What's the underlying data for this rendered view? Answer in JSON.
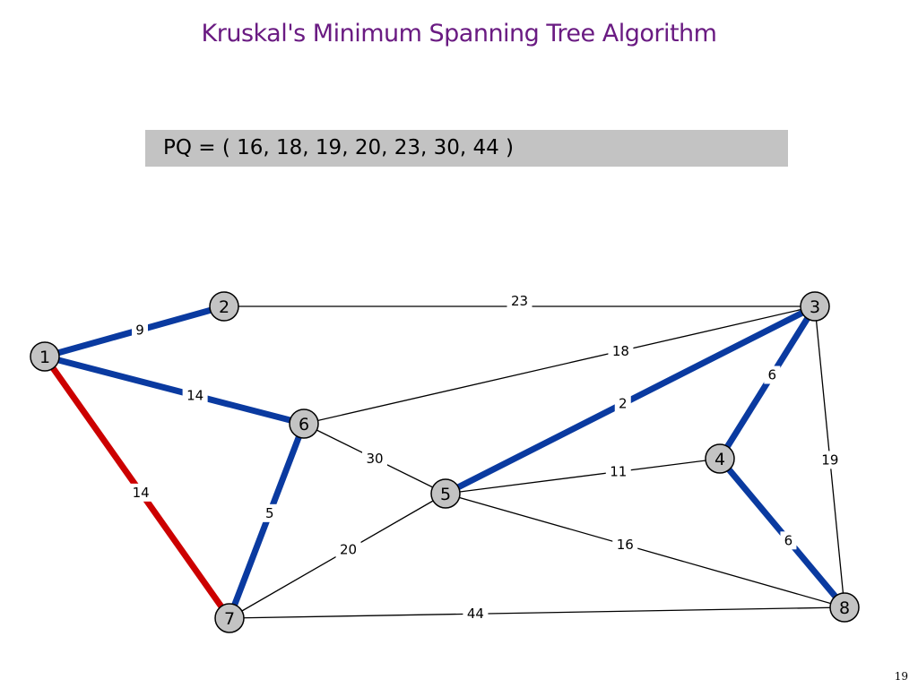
{
  "title": "Kruskal's Minimum Spanning Tree Algorithm",
  "pq_text": "PQ = ( 16, 18, 19, 20, 23, 30, 44 )",
  "slide_number": "19",
  "colors": {
    "title": "#6a1b82",
    "pq_box": "#c3c3c3",
    "tree_edge": "#0a3aa0",
    "current_edge": "#cc0000",
    "plain_edge": "#000000",
    "node_fill": "#c3c3c3",
    "node_stroke": "#000000"
  },
  "graph": {
    "nodes": [
      {
        "id": "1",
        "label": "1"
      },
      {
        "id": "2",
        "label": "2"
      },
      {
        "id": "3",
        "label": "3"
      },
      {
        "id": "4",
        "label": "4"
      },
      {
        "id": "5",
        "label": "5"
      },
      {
        "id": "6",
        "label": "6"
      },
      {
        "id": "7",
        "label": "7"
      },
      {
        "id": "8",
        "label": "8"
      }
    ],
    "edges": [
      {
        "from": "1",
        "to": "2",
        "weight": "9",
        "state": "tree"
      },
      {
        "from": "1",
        "to": "6",
        "weight": "14",
        "state": "tree"
      },
      {
        "from": "1",
        "to": "7",
        "weight": "14",
        "state": "current"
      },
      {
        "from": "2",
        "to": "3",
        "weight": "23",
        "state": "plain"
      },
      {
        "from": "3",
        "to": "6",
        "weight": "18",
        "state": "plain"
      },
      {
        "from": "3",
        "to": "5",
        "weight": "2",
        "state": "tree"
      },
      {
        "from": "3",
        "to": "4",
        "weight": "6",
        "state": "tree"
      },
      {
        "from": "3",
        "to": "8",
        "weight": "19",
        "state": "plain"
      },
      {
        "from": "6",
        "to": "5",
        "weight": "30",
        "state": "plain"
      },
      {
        "from": "6",
        "to": "7",
        "weight": "5",
        "state": "tree"
      },
      {
        "from": "4",
        "to": "5",
        "weight": "11",
        "state": "plain"
      },
      {
        "from": "4",
        "to": "8",
        "weight": "6",
        "state": "tree"
      },
      {
        "from": "5",
        "to": "8",
        "weight": "16",
        "state": "plain"
      },
      {
        "from": "5",
        "to": "7",
        "weight": "20",
        "state": "plain"
      },
      {
        "from": "7",
        "to": "8",
        "weight": "44",
        "state": "plain"
      }
    ]
  }
}
